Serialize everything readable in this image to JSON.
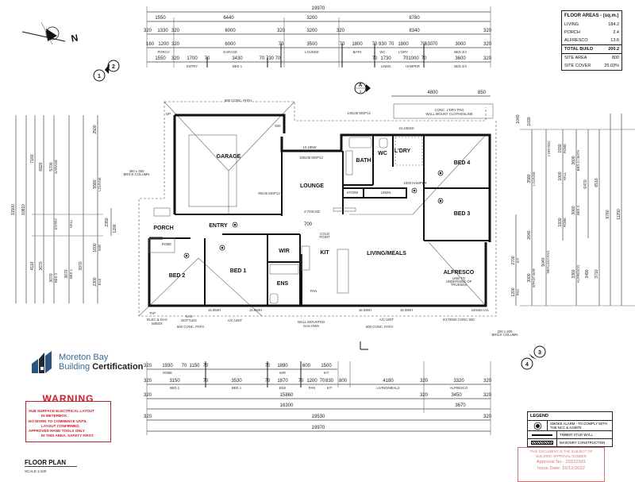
{
  "floor_areas": {
    "title": "FLOOR AREAS - (sq.m.)",
    "rows": [
      {
        "label": "LIVING",
        "value": "184.2"
      },
      {
        "label": "PORCH",
        "value": "2.4"
      },
      {
        "label": "ALFRESCO",
        "value": "13.6"
      }
    ],
    "total": {
      "label": "TOTAL BUILD",
      "value": "200.2"
    },
    "site": [
      {
        "label": "SITE AREA",
        "value": "800"
      },
      {
        "label": "SITE COVER",
        "value": "25.03%"
      }
    ]
  },
  "logo": {
    "line1": "Moreton Bay",
    "line2a": "Building ",
    "line2b": "Certification"
  },
  "warning": {
    "title": "WARNING",
    "lines": [
      "SUB SURFACE ELECTRICAL LAYOUT",
      "IN METERBOX.",
      "NO WORK TO COMMENCE UNTIL",
      "LAYOUT CONFIRMED.",
      "APPROVED HAND TOOLS ONLY",
      "IN THIS AREA. SAFETY FIRST."
    ]
  },
  "drawing": {
    "title": "FLOOR PLAN",
    "scale": "SCALE  1:100"
  },
  "legend": {
    "title": "LEGEND",
    "items": [
      "SMOKE ALARM - TO COMPLY WITH THE NCC & AS3876",
      "TIMBER STUD WALL",
      "MASONRY CONSTRUCTION"
    ]
  },
  "stamp": {
    "line1": "THIS DOCUMENT IS THE SUBJECT OF",
    "line2": "BUILDING APPROVAL NUMBER",
    "approval": "Approval No.: 20222591",
    "issue": "Issue Date: 15/12/2022"
  },
  "markers": {
    "north": "N",
    "section": "A",
    "section_sheet": "3",
    "elev1": "1",
    "elev2": "2",
    "elev3": "3",
    "elev4": "4"
  },
  "rooms": {
    "garage": "GARAGE",
    "lounge": "LOUNGE",
    "bath": "BATH",
    "wc": "WC",
    "ldry": "L'DRY",
    "bed4": "BED 4",
    "bed3": "BED 3",
    "entry": "ENTRY",
    "porch": "PORCH",
    "wir": "WIR",
    "kit": "KIT",
    "living": "LIVING/MEALS",
    "bed1": "BED 1",
    "bed2": "BED 2",
    "ens": "ENS",
    "alfresco": "ALFRESCO",
    "store": "STORE",
    "linen": "LINEN",
    "pan": "PAN",
    "robe": "ROBE",
    "hamper": "1000 HAMPER"
  },
  "notes": {
    "path_top": "600 CONC. PATH",
    "ldry_pad": "CONC. L'DRY PAD",
    "clothesline": "WALL MOUNT CLOTHESLINE",
    "dim_4800": "4800",
    "dim_850": "850",
    "alfresco_note1": "LINE TO",
    "alfresco_note2": "UNDERSIDE OF",
    "alfresco_note3": "TRUSSES",
    "extend_conc": "EXTEND CONC 600",
    "elec_gas": "ELEC & GAS",
    "mbox": "M/BOX",
    "gas": "GAS",
    "bottles": "BOTTLES",
    "path_b1": "600 CONC. PATH",
    "path_b2": "600 CONC. PATH",
    "ac1": "A/C UNIT",
    "ac2": "A/C UNIT",
    "col_left": "350 x 350",
    "col_left2": "BRICK COLUMN",
    "col_right": "200 x 200",
    "col_right2": "BRICK COLUMN",
    "cold_point": "COLD",
    "cold_point2": "POINT",
    "dim_700": "700",
    "beam1": "10.185W",
    "beam2": "21.155SD",
    "beam3": "15.060H",
    "beam4": "15.060H",
    "beam5": "18.090H",
    "beam6": "18.090H",
    "beam7": "2-720CSD",
    "lintel1": "190x35 MGP12",
    "lintel2": "90x35 MGP12",
    "lintel3": "140x35 MGP12",
    "door820": "820",
    "wall_mounted": "WALL MOUNTED",
    "gas_hws": "GAS HWS",
    "lvl": "240x63 LVL",
    "tap": "TAP",
    "dp": "DP"
  },
  "dims": {
    "top": [
      [
        "19970"
      ],
      [
        "1550",
        "6440",
        "3200",
        "8780"
      ],
      [
        "320",
        "1330",
        "320",
        "6000",
        "320",
        "3200",
        "320",
        "8340",
        "320"
      ],
      [
        "160",
        "1200",
        "320",
        "6000",
        "70",
        "3500",
        "70",
        "1800",
        "70",
        "930",
        "70",
        "1800",
        "70",
        "630",
        "70",
        "3000",
        "320"
      ],
      [
        "1550",
        "320",
        "1700",
        "70",
        "3430",
        "70 730 70",
        "70",
        "1730",
        "70",
        "1000",
        "70",
        "3600",
        "320"
      ]
    ],
    "top_labels": [
      [
        "PORCH",
        "GARAGE",
        "LOUNGE",
        "BATH",
        "WC",
        "L'DRY",
        "BED 3/4"
      ],
      [
        "ENTRY",
        "BED 1",
        "LINEN",
        "HAMPER",
        "BED 3/4"
      ]
    ],
    "bottom": [
      [
        "320",
        "1930",
        "70",
        "1150",
        "70",
        "70",
        "1890",
        "600",
        "1500"
      ],
      [
        "320",
        "3150",
        "70",
        "3530",
        "70",
        "1870",
        "70",
        "1200",
        "70",
        "830",
        "800",
        "4180",
        "320",
        "3320",
        "320"
      ],
      [
        "320",
        "15860",
        "320",
        "3450",
        "320"
      ],
      [
        "16300",
        "3670"
      ],
      [
        "320",
        "19530",
        "320"
      ],
      [
        "19970"
      ]
    ],
    "bottom_labels": [
      [
        "ROBE",
        "WIR",
        "KIT"
      ],
      [
        "BED 2",
        "BED 1",
        "ENS",
        "PAN",
        "KIT",
        "LIVING/MEALS",
        "ALFRESCO"
      ]
    ],
    "left": [
      "11500",
      "10810",
      "7160",
      "6920",
      "5700",
      "2500",
      "5580",
      "4110",
      "3670",
      "3070",
      "3670",
      "3970",
      "2300",
      "1600",
      "1200",
      "2350"
    ],
    "left_labels": [
      "GARAGE",
      "LOUNGE",
      "ENTRY",
      "HALL",
      "BED 2",
      "BED 1",
      "ENS",
      "WIR"
    ],
    "right": [
      "11250",
      "9780",
      "6510",
      "6470",
      "3600",
      "1930",
      "1000",
      "3580",
      "3060",
      "1930",
      "5040",
      "3000",
      "2640",
      "2700",
      "1200",
      "3360",
      "3490",
      "3710",
      "1030",
      "1040"
    ],
    "right_labels": [
      "LOUNGE",
      "L'DRY/WC",
      "ROBE",
      "HALL",
      "BED 4 / BATH",
      "BED 3",
      "ROBE",
      "MEALS/LIVING",
      "B'FAST BAR",
      "KIT",
      "PAN",
      "ALFRESCO"
    ]
  },
  "colors": {
    "warning": "#c8202a",
    "logo_blue": "#3a6a9a",
    "stamp": "#c83c46"
  }
}
